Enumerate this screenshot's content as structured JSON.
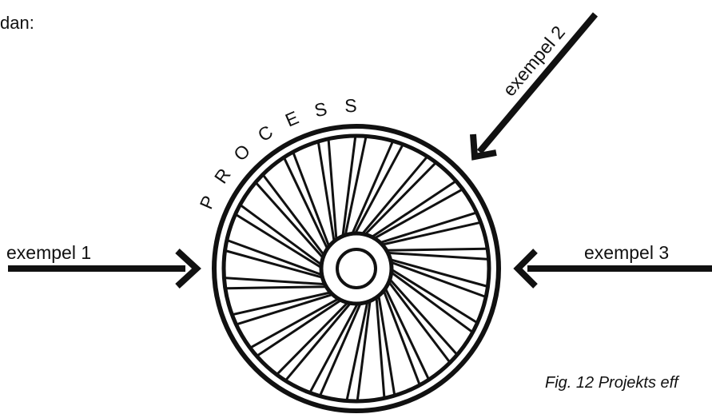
{
  "top_fragment": "dan:",
  "process_word": "PROCESS",
  "labels": {
    "example_1": "exempel 1",
    "example_2": "exempel 2",
    "example_3": "exempel 3"
  },
  "caption": "Fig. 12 Projekts eff",
  "colors": {
    "ink": "#111111",
    "background": "#ffffff"
  },
  "icons": [
    "wheel-icon",
    "arrow-right-icon",
    "arrow-down-left-icon",
    "arrow-left-icon"
  ]
}
